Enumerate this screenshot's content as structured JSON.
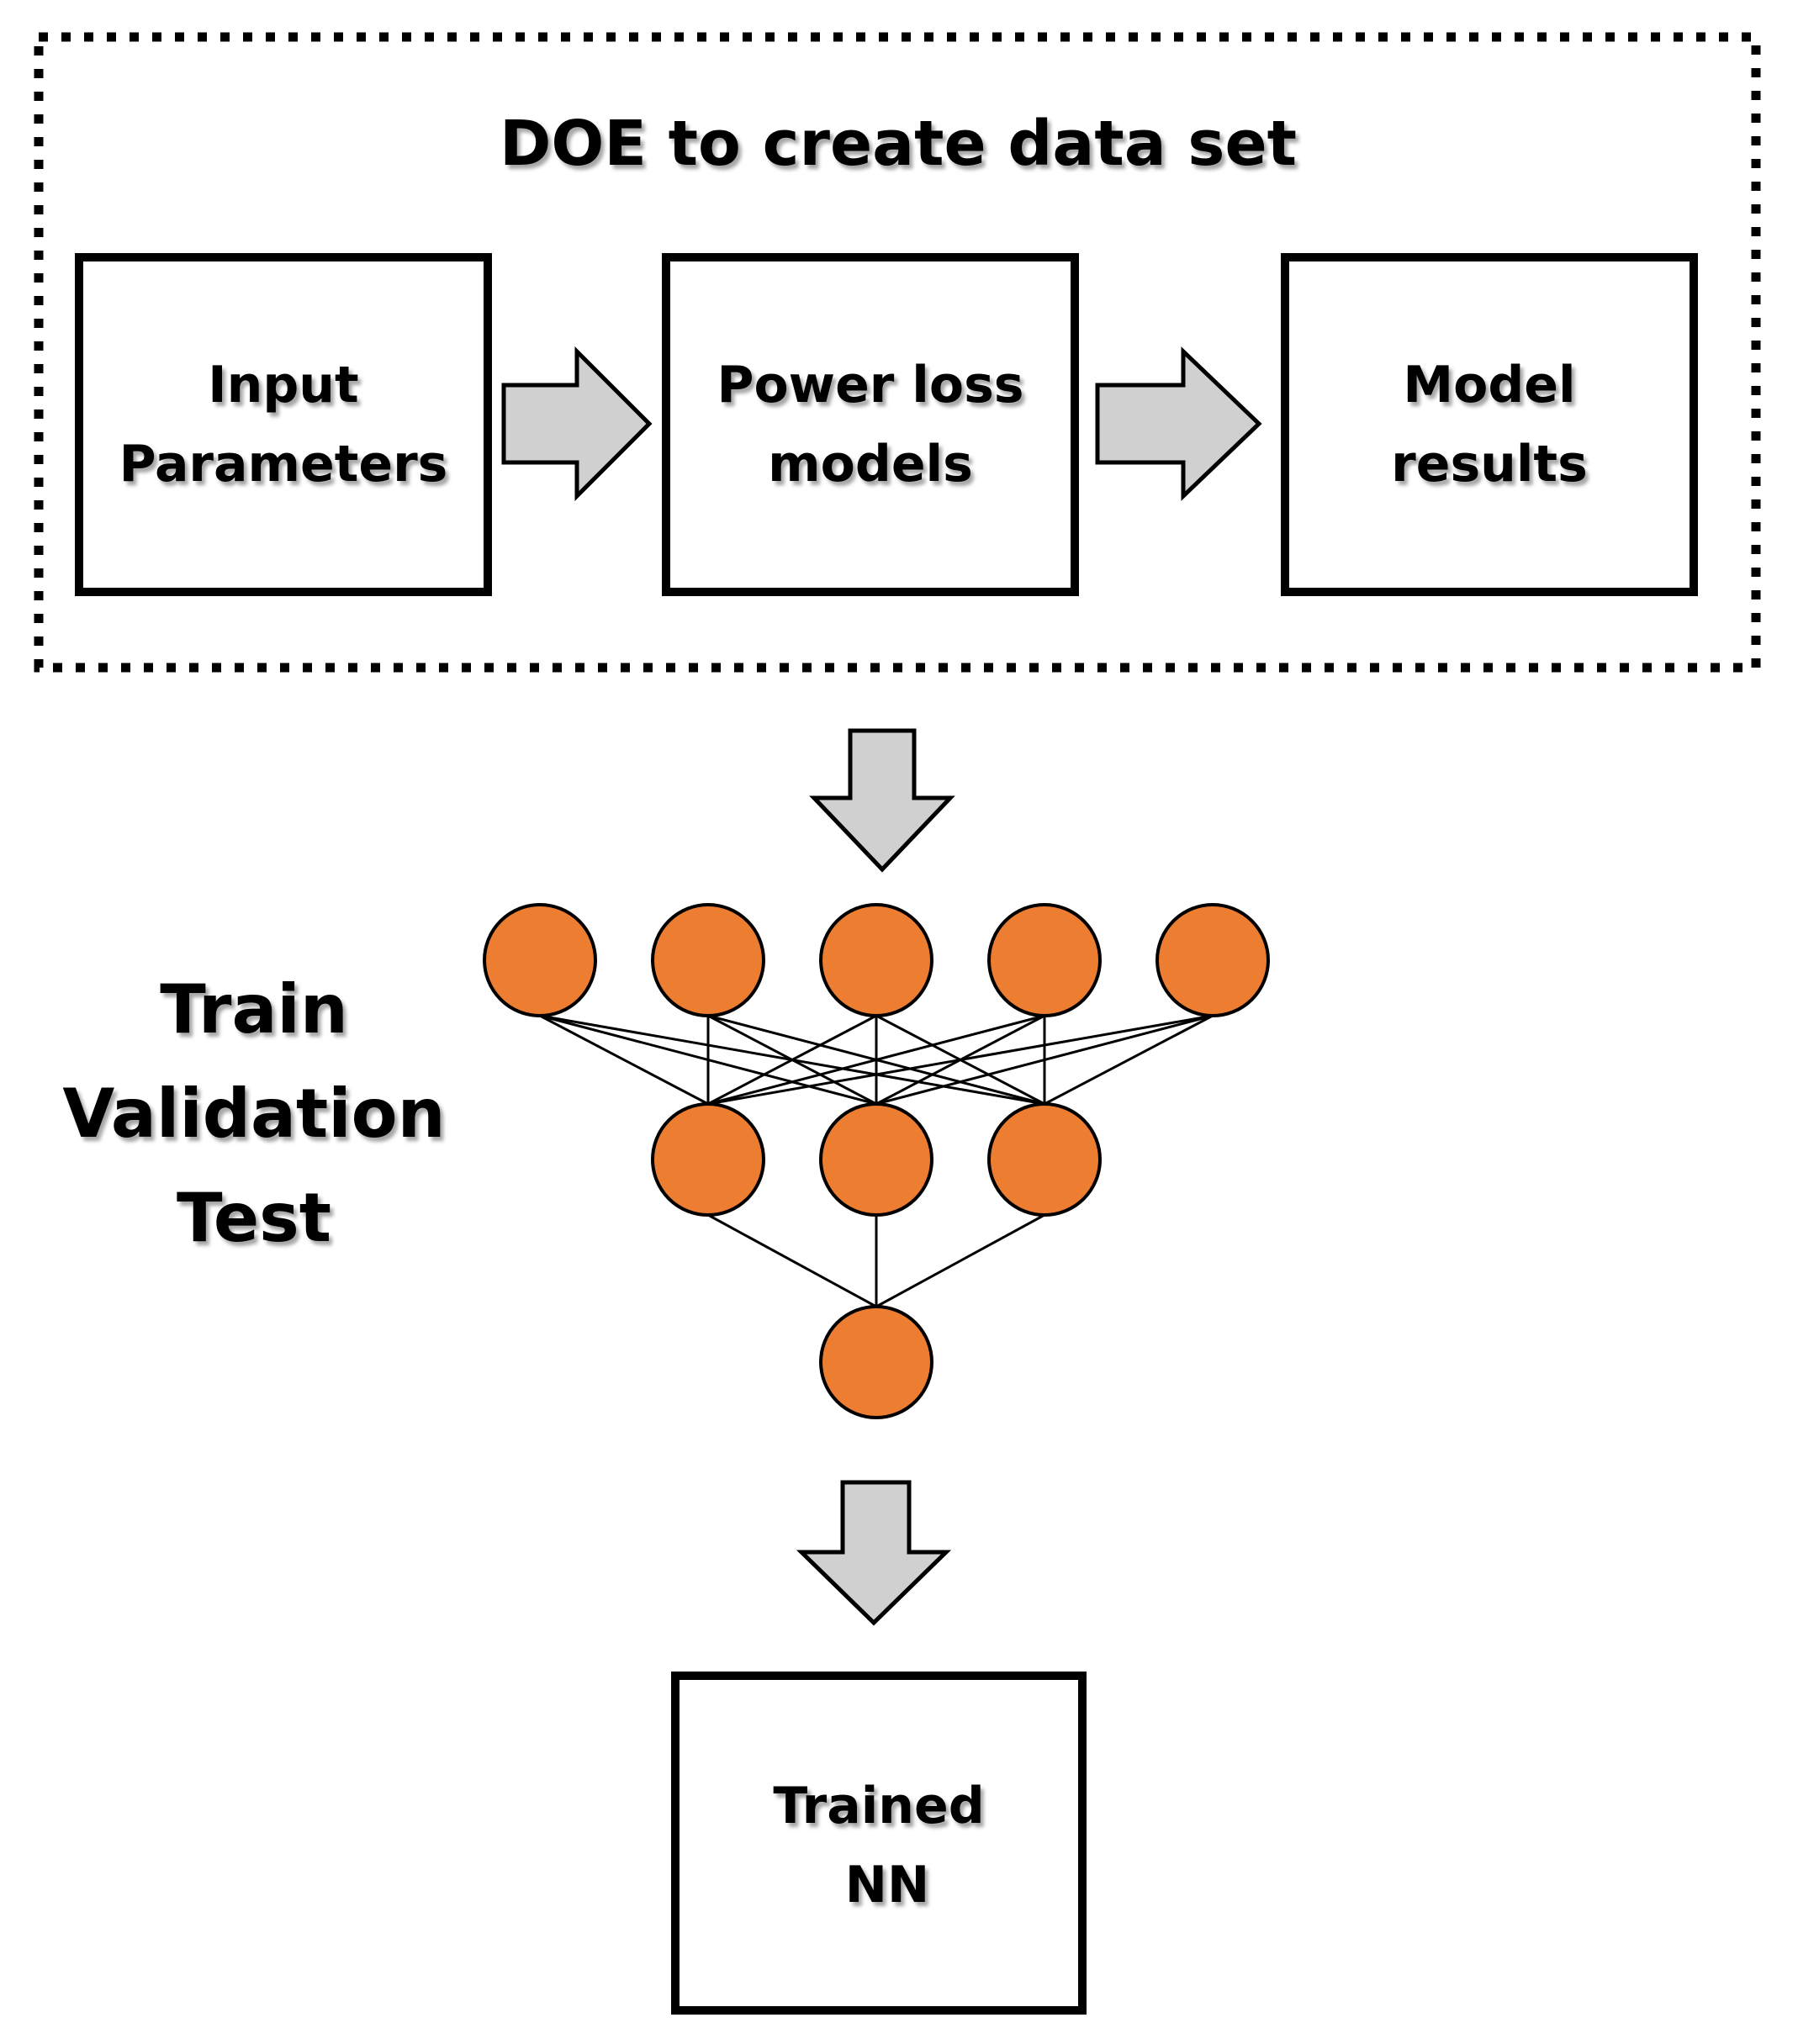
{
  "title": "DOE to create data set",
  "boxes": {
    "input": {
      "line1": "Input",
      "line2": "Parameters"
    },
    "power": {
      "line1": "Power loss",
      "line2": "models"
    },
    "model": {
      "line1": "Model",
      "line2": "results"
    },
    "trained": {
      "line1": "Trained",
      "line2": "NN"
    }
  },
  "phases": [
    "Train",
    "Validation",
    "Test"
  ],
  "colors": {
    "node_fill": "#ED7D31",
    "arrow_fill": "#D0D0D0",
    "stroke": "#000000"
  },
  "network": {
    "layers": [
      5,
      3,
      1
    ]
  }
}
